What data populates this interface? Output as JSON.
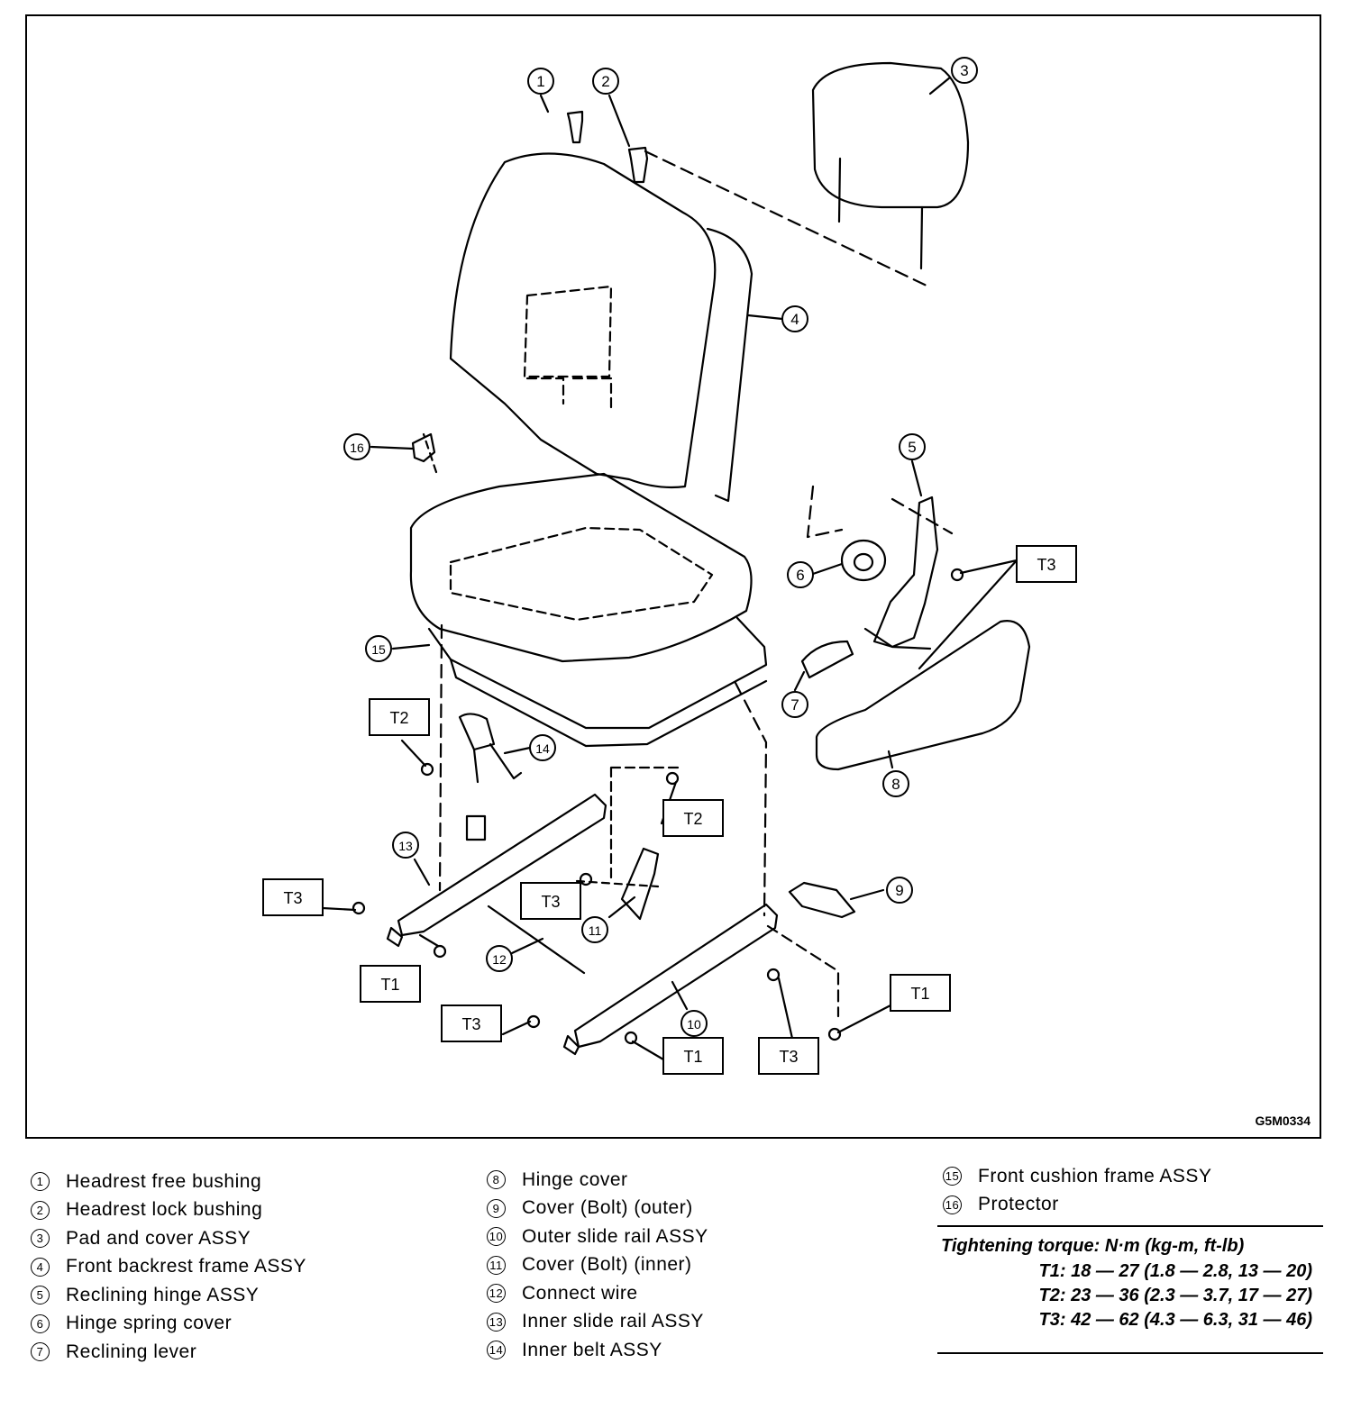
{
  "figure": {
    "code": "G5M0334",
    "callouts": [
      "1",
      "2",
      "3",
      "4",
      "5",
      "6",
      "7",
      "8",
      "9",
      "10",
      "11",
      "12",
      "13",
      "14",
      "15",
      "16"
    ],
    "torque_tags": [
      "T1",
      "T2",
      "T3"
    ]
  },
  "legend": [
    {
      "num": "1",
      "label": "Headrest free bushing"
    },
    {
      "num": "2",
      "label": "Headrest lock bushing"
    },
    {
      "num": "3",
      "label": "Pad and cover ASSY"
    },
    {
      "num": "4",
      "label": "Front backrest frame ASSY"
    },
    {
      "num": "5",
      "label": "Reclining hinge ASSY"
    },
    {
      "num": "6",
      "label": "Hinge spring cover"
    },
    {
      "num": "7",
      "label": "Reclining lever"
    },
    {
      "num": "8",
      "label": "Hinge cover"
    },
    {
      "num": "9",
      "label": "Cover (Bolt) (outer)"
    },
    {
      "num": "10",
      "label": "Outer slide rail ASSY"
    },
    {
      "num": "11",
      "label": "Cover (Bolt) (inner)"
    },
    {
      "num": "12",
      "label": "Connect wire"
    },
    {
      "num": "13",
      "label": "Inner slide rail ASSY"
    },
    {
      "num": "14",
      "label": "Inner belt ASSY"
    },
    {
      "num": "15",
      "label": "Front cushion frame ASSY"
    },
    {
      "num": "16",
      "label": "Protector"
    }
  ],
  "torque": {
    "title": "Tightening torque: N·m (kg-m, ft-lb)",
    "rows": [
      "T1: 18 — 27 (1.8 — 2.8, 13 — 20)",
      "T2: 23 — 36 (2.3 — 3.7, 17 — 27)",
      "T3: 42 — 62 (4.3 — 6.3, 31 — 46)"
    ]
  }
}
